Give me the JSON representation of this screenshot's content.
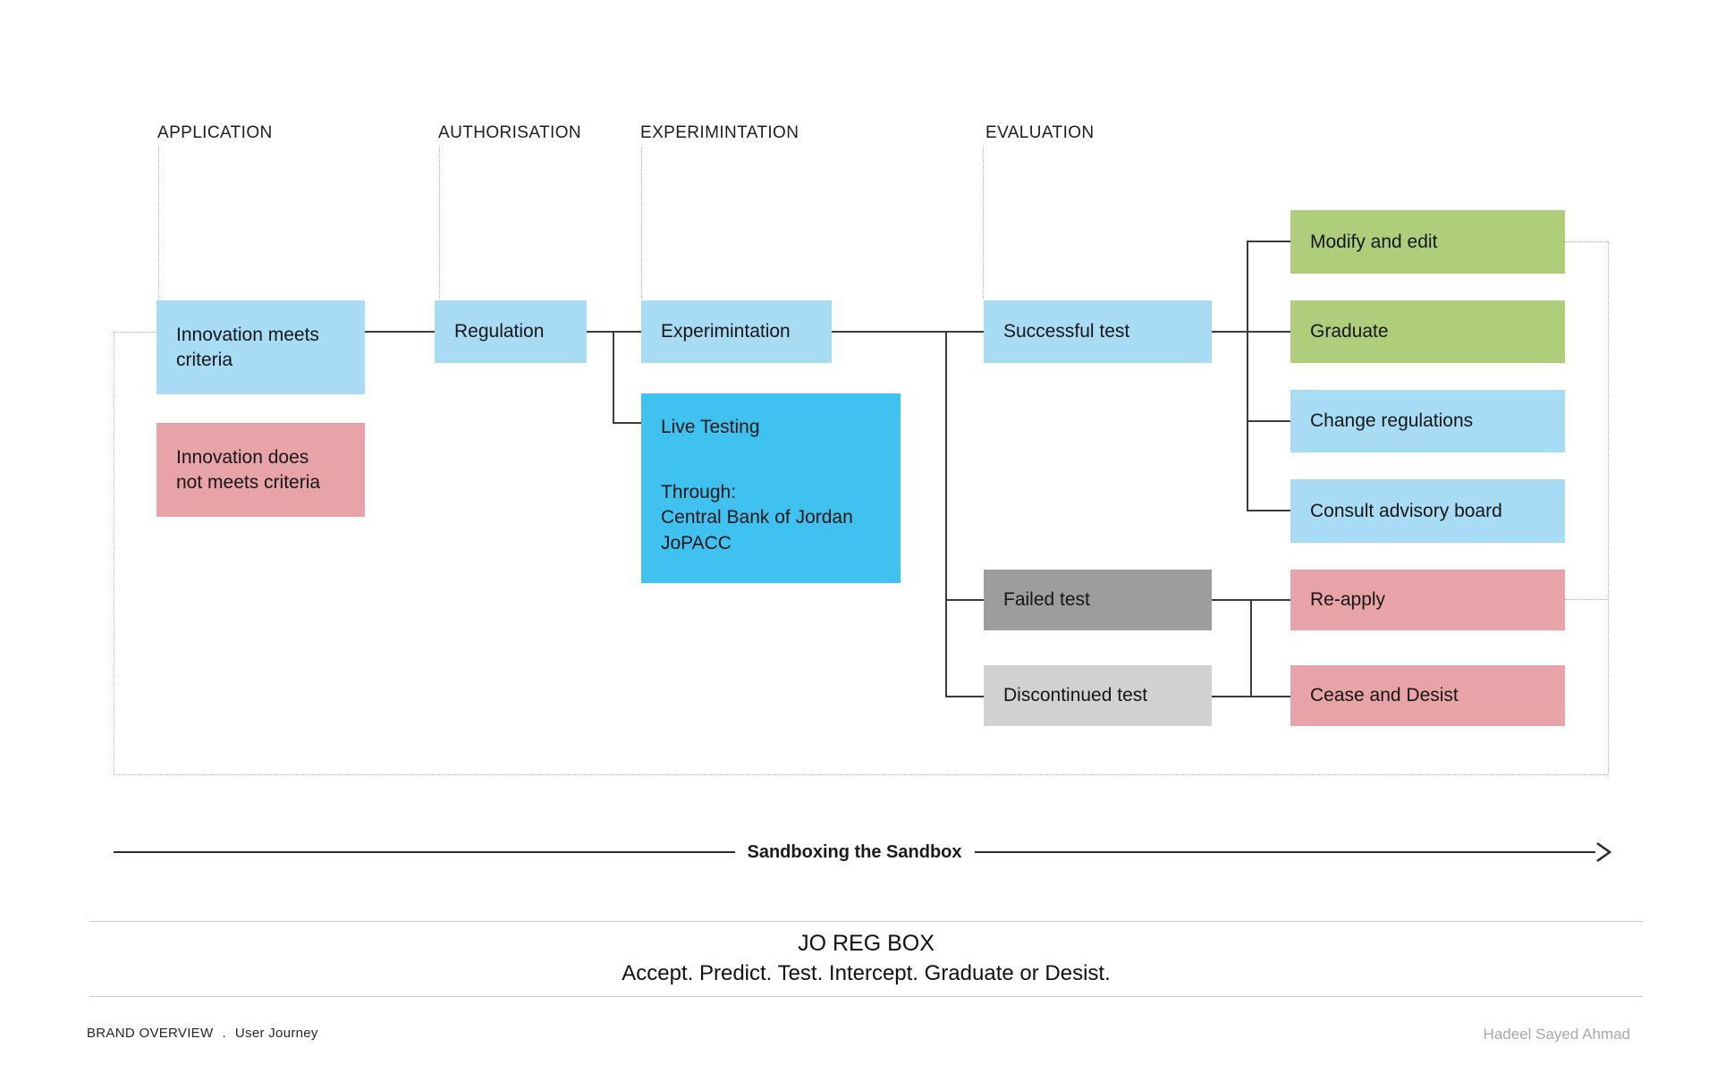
{
  "columns": [
    {
      "label": "APPLICATION"
    },
    {
      "label": "AUTHORISATION"
    },
    {
      "label": "EXPERIMINTATION"
    },
    {
      "label": "EVALUATION"
    }
  ],
  "nodes": {
    "innovation_meets": {
      "label": "Innovation meets\ncriteria",
      "color": "#A8DCF5"
    },
    "innovation_not": {
      "label": "Innovation does\nnot meets criteria",
      "color": "#E7A3A8"
    },
    "regulation": {
      "label": "Regulation",
      "color": "#A8DCF5"
    },
    "experimintation": {
      "label": "Experimintation",
      "color": "#A8DCF5"
    },
    "successful": {
      "label": "Successful test",
      "color": "#A8DCF5"
    },
    "failed": {
      "label": "Failed test",
      "color": "#9D9D9D"
    },
    "discontinued": {
      "label": "Discontinued test",
      "color": "#D1D1D1"
    },
    "modify": {
      "label": "Modify and edit",
      "color": "#AFCE7C"
    },
    "graduate": {
      "label": "Graduate",
      "color": "#AFCE7C"
    },
    "change_regulations": {
      "label": "Change regulations",
      "color": "#A8DCF5"
    },
    "consult_board": {
      "label": "Consult advisory board",
      "color": "#A8DCF5"
    },
    "reapply": {
      "label": "Re-apply",
      "color": "#E7A3A8"
    },
    "cease": {
      "label": "Cease and Desist",
      "color": "#E7A3A8"
    }
  },
  "live_testing": {
    "title": "Live Testing",
    "through": "Through:",
    "org1": "Central Bank of Jordan",
    "org2": "JoPACC",
    "color": "#3FC2F0"
  },
  "arrow": {
    "label": "Sandboxing the Sandbox"
  },
  "footer": {
    "title": "JO REG BOX",
    "tagline": "Accept. Predict. Test. Intercept. Graduate or Desist."
  },
  "bottom_bar": {
    "left_primary": "BRAND OVERVIEW",
    "separator": ".",
    "left_secondary": "User Journey",
    "credit": "Hadeel Sayed Ahmad"
  },
  "colors": {
    "light_blue": "#A8DCF5",
    "bright_blue": "#3FC2F0",
    "green": "#AFCE7C",
    "pink": "#E7A3A8",
    "dark_gray": "#9D9D9D",
    "light_gray": "#D1D1D1",
    "connector": "#3c3c3c",
    "dotted": "#b0b0b0"
  }
}
